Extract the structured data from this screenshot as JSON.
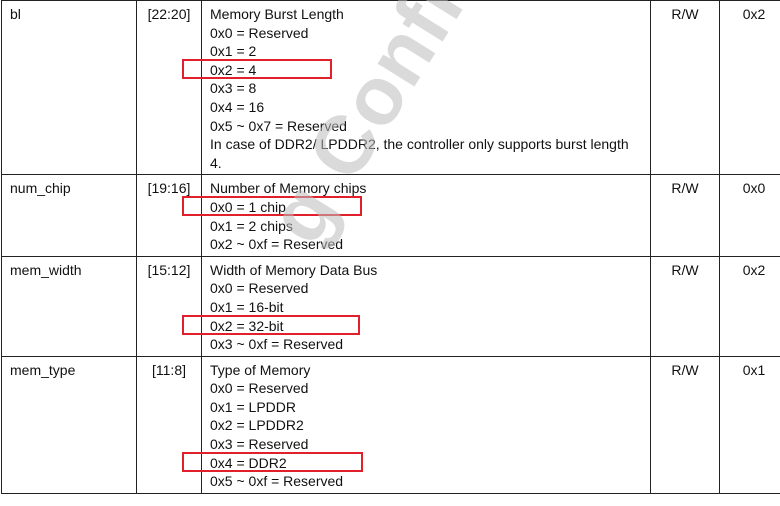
{
  "watermark": "g Confidential",
  "rows": [
    {
      "name": "bl",
      "bits": "[22:20]",
      "desc": [
        "Memory Burst Length",
        "0x0 = Reserved",
        "0x1 = 2",
        "0x2 = 4",
        "0x3 = 8",
        "0x4 = 16",
        "0x5 ~ 0x7 = Reserved",
        "In case of DDR2/ LPDDR2, the controller only supports burst length 4."
      ],
      "access": "R/W",
      "default": "0x2"
    },
    {
      "name": "num_chip",
      "bits": "[19:16]",
      "desc": [
        "Number of Memory chips",
        "0x0 = 1 chip",
        "0x1 = 2 chips",
        "0x2 ~ 0xf = Reserved"
      ],
      "access": "R/W",
      "default": "0x0"
    },
    {
      "name": "mem_width",
      "bits": "[15:12]",
      "desc": [
        "Width of Memory Data Bus",
        "0x0 = Reserved",
        "0x1 = 16-bit",
        "0x2 = 32-bit",
        "0x3 ~ 0xf = Reserved"
      ],
      "access": "R/W",
      "default": "0x2"
    },
    {
      "name": "mem_type",
      "bits": "[11:8]",
      "desc": [
        "Type of Memory",
        "0x0 = Reserved",
        "0x1 = LPDDR",
        "0x2 = LPDDR2",
        "0x3 = Reserved",
        "0x4 = DDR2",
        "0x5 ~ 0xf = Reserved"
      ],
      "access": "R/W",
      "default": "0x1"
    }
  ],
  "highlight_color": "#e0212b"
}
